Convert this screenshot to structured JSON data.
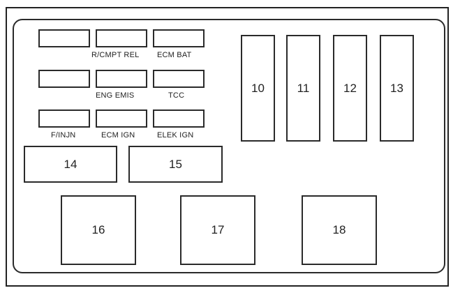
{
  "diagram": {
    "fuse_labels": {
      "r_cmpt_rel": "R/CMPT REL",
      "ecm_bat": "ECM BAT",
      "eng_emis": "ENG EMIS",
      "tcc": "TCC",
      "f_injn": "F/INJN",
      "ecm_ign": "ECM IGN",
      "elek_ign": "ELEK IGN"
    },
    "numbers": {
      "n10": "10",
      "n11": "11",
      "n12": "12",
      "n13": "13",
      "n14": "14",
      "n15": "15",
      "n16": "16",
      "n17": "17",
      "n18": "18"
    }
  }
}
